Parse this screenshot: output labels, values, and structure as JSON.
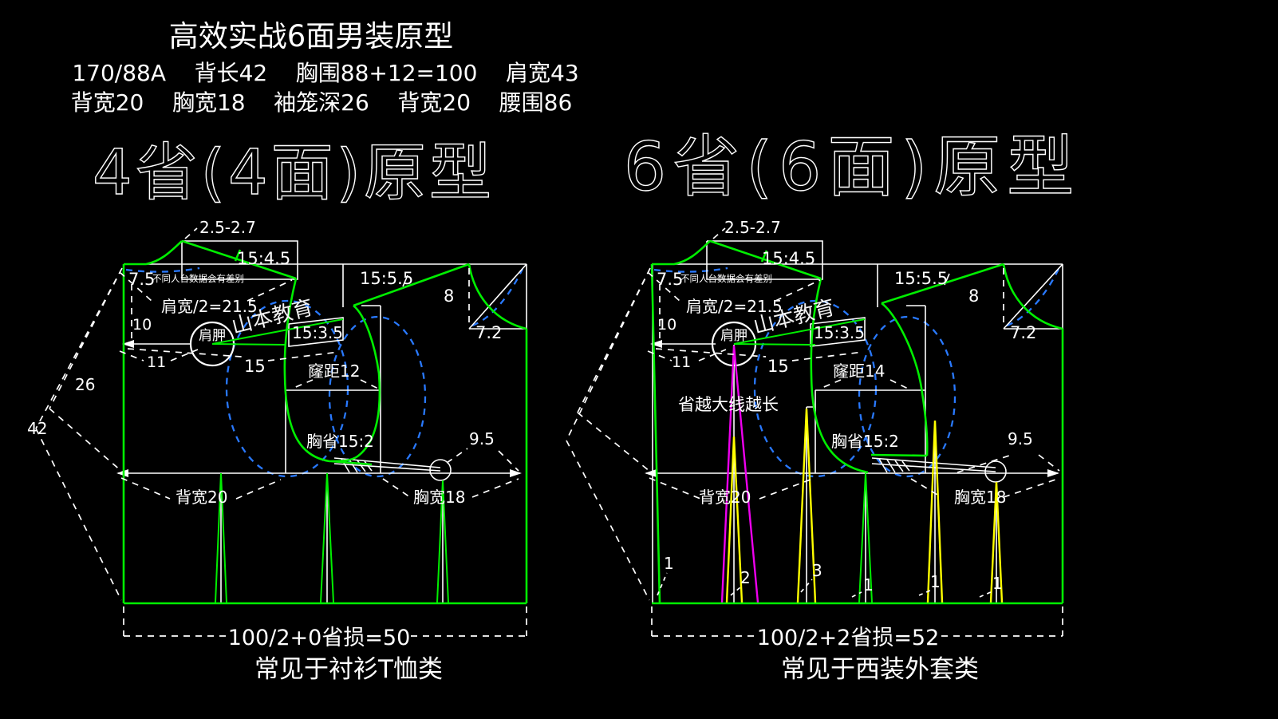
{
  "header": {
    "title": "高效实战6面男装原型",
    "spec1": "170/88A    背长42    胸围88+12=100    肩宽43",
    "spec2": "背宽20    胸宽18    袖笼深26    背宽20    腰围86"
  },
  "colors": {
    "background": "#000000",
    "outline_green": "#00ee00",
    "construction_white": "#ffffff",
    "template_blue": "#2979ff",
    "dart_magenta": "#ee00ee",
    "dart_yellow": "#ffff00"
  },
  "left": {
    "heading": "4省(4面)原型",
    "labels": {
      "neck_raise": "2.5-2.7",
      "back_shoulder_gauge": "15:4.5",
      "note_value": "7.5",
      "note_text": "不同人台数据会有差别",
      "shoulder_width": "肩宽/2=21.5",
      "d10": "10",
      "d11": "11",
      "scapula": "肩胛",
      "watermark": "山本教育",
      "scapula_dart_gauge": "15:3.5",
      "d15": "15",
      "front_shoulder_gauge": "15:5.5",
      "neck_depth": "8",
      "neck_width": "7.2",
      "armhole_width": "窿距12",
      "chest_dart": "胸省15:2",
      "d95": "9.5",
      "back_width": "背宽20",
      "chest_width": "胸宽18",
      "d26": "26",
      "d42": "42",
      "hem_formula": "100/2+0省损=50",
      "usage": "常见于衬衫T恤类"
    }
  },
  "right": {
    "heading": "6省(6面)原型",
    "labels": {
      "neck_raise": "2.5-2.7",
      "back_shoulder_gauge": "15:4.5",
      "note_value": "7.5",
      "note_text": "不同人台数据会有差别",
      "shoulder_width": "肩宽/2=21.5",
      "d10": "10",
      "d11": "11",
      "scapula": "肩胛",
      "watermark": "山本教育",
      "scapula_dart_gauge": "15:3.5",
      "d15": "15",
      "front_shoulder_gauge": "15:5.5",
      "neck_depth": "8",
      "neck_width": "7.2",
      "armhole_width": "窿距14",
      "dart_note": "省越大线越长",
      "chest_dart": "胸省15:2",
      "d95": "9.5",
      "back_width": "背宽20",
      "chest_width": "胸宽18",
      "hem_formula": "100/2+2省损=52",
      "usage": "常见于西装外套类"
    },
    "marks": [
      "1",
      "2",
      "3",
      "1",
      "1",
      "1"
    ]
  }
}
